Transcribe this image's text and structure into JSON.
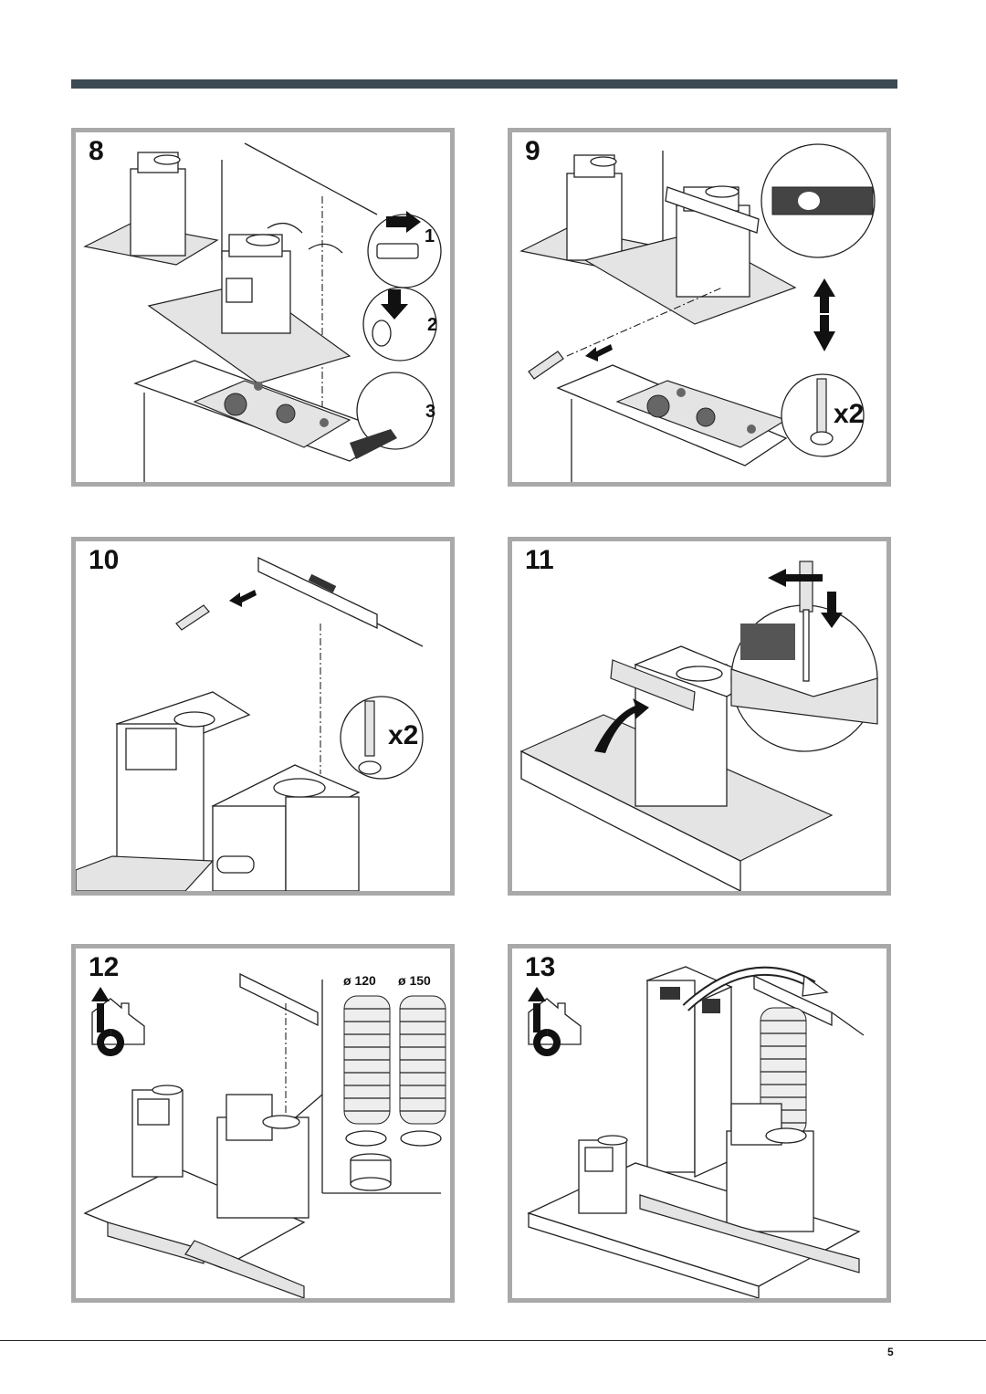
{
  "page": {
    "number": "5"
  },
  "accent_color": "#3c4a54",
  "panels": [
    {
      "step": "8",
      "callouts": [
        "1",
        "2",
        "3"
      ]
    },
    {
      "step": "9",
      "multiplier": "x2"
    },
    {
      "step": "10",
      "multiplier": "x2"
    },
    {
      "step": "11"
    },
    {
      "step": "12",
      "diameters": [
        "ø 120",
        "ø 150"
      ]
    },
    {
      "step": "13"
    }
  ]
}
